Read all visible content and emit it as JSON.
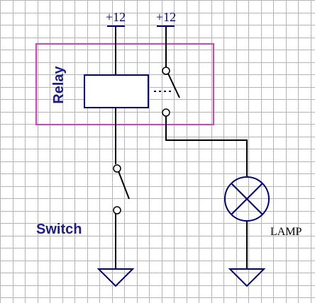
{
  "diagram": {
    "labels": {
      "supply_left": "+12",
      "supply_right": "+12",
      "relay": "Relay",
      "switch": "Switch",
      "lamp": "LAMP"
    },
    "colors": {
      "grid": "#b4b4b4",
      "wire": "#000000",
      "symbol": "#00007a",
      "text": "#1b1b8a",
      "relay_box": "#d040c8"
    },
    "icons": {
      "supply_left": "power-terminal-icon",
      "supply_right": "power-terminal-icon",
      "relay_coil": "relay-coil-icon",
      "relay_contact": "relay-contact-icon",
      "switch": "switch-icon",
      "lamp": "lamp-icon",
      "ground_left": "ground-icon",
      "ground_right": "ground-icon"
    }
  }
}
